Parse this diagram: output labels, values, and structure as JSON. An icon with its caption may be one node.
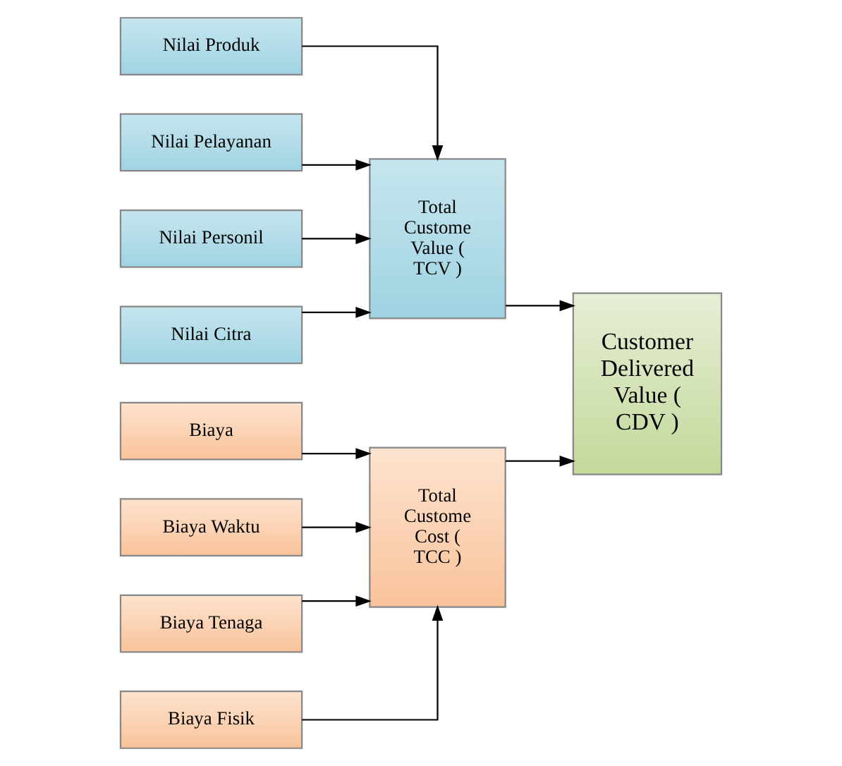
{
  "diagram": {
    "nodes": [
      {
        "text": [
          "Nilai Produk"
        ]
      },
      {
        "text": [
          "Nilai Pelayanan"
        ]
      },
      {
        "text": [
          "Nilai Personil"
        ]
      },
      {
        "text": [
          "Nilai Citra"
        ]
      },
      {
        "text": [
          "Total Custome Value ( TCV )"
        ]
      },
      {
        "text": [
          "Biaya"
        ]
      },
      {
        "text": [
          "Biaya Waktu"
        ]
      },
      {
        "text": [
          "Biaya Tenaga"
        ]
      },
      {
        "text": [
          "Biaya Fisik"
        ]
      },
      {
        "text": [
          "Total Custome Cost ( TCC )"
        ]
      },
      {
        "text": [
          "Customer Delivered Value ( CDV )"
        ]
      }
    ],
    "edges": [
      {
        "from": 0,
        "to": 4,
        "arrow": "to"
      },
      {
        "from": 1,
        "to": 4,
        "arrow": "to"
      },
      {
        "from": 2,
        "to": 4,
        "arrow": "to"
      },
      {
        "from": 3,
        "to": 4,
        "arrow": "to"
      },
      {
        "from": 5,
        "to": 9,
        "arrow": "to"
      },
      {
        "from": 6,
        "to": 9,
        "arrow": "to"
      },
      {
        "from": 7,
        "to": 9,
        "arrow": "to"
      },
      {
        "from": 8,
        "to": 9,
        "arrow": "to"
      },
      {
        "from": 4,
        "to": 10,
        "arrow": "to"
      },
      {
        "from": 9,
        "to": 10,
        "arrow": "to"
      }
    ]
  }
}
